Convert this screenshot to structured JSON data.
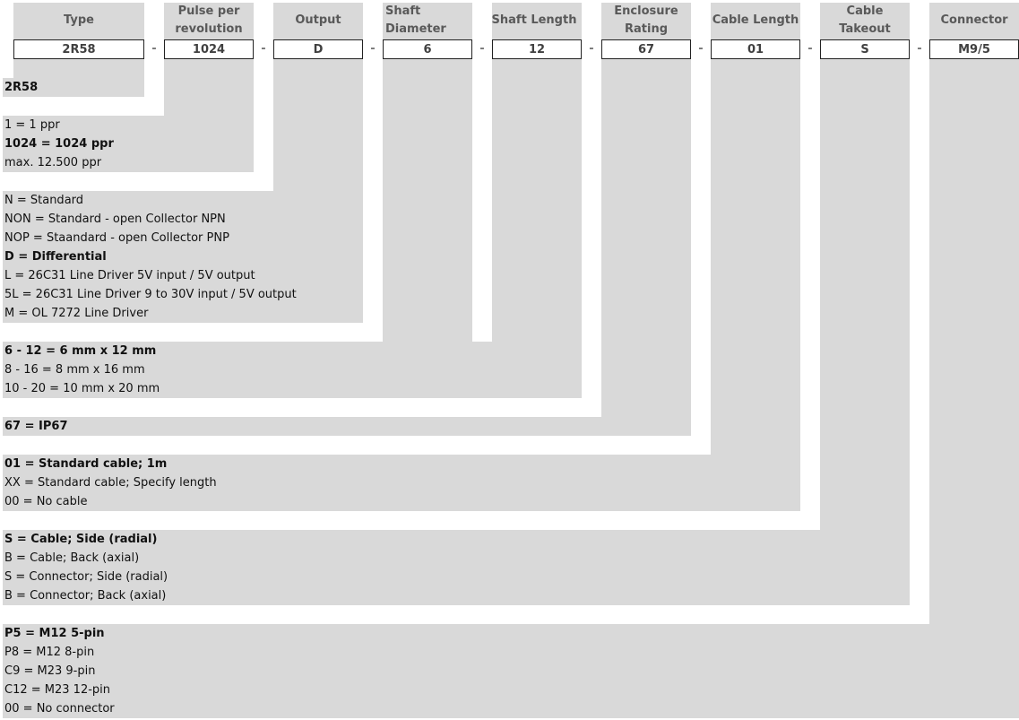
{
  "columns": [
    {
      "header": "Type",
      "value": "2R58"
    },
    {
      "header": "Pulse per revolution",
      "value": "1024"
    },
    {
      "header": "Output",
      "value": "D"
    },
    {
      "header": "Shaft Diameter",
      "value": "6"
    },
    {
      "header": "Shaft Length",
      "value": "12"
    },
    {
      "header": "Enclosure Rating",
      "value": "67"
    },
    {
      "header": "Cable Length",
      "value": "01"
    },
    {
      "header": "Cable Takeout",
      "value": "S"
    },
    {
      "header": "Connector",
      "value": "M9/5"
    }
  ],
  "separator": "-",
  "sections": {
    "type": [
      "2R58"
    ],
    "pulse": [
      "1 = 1 ppr",
      "1024 = 1024 ppr",
      "max. 12.500 ppr"
    ],
    "output": [
      "N = Standard",
      "NON = Standard - open Collector NPN",
      "NOP = Staandard - open Collector PNP",
      "D = Differential",
      "L = 26C31 Line Driver 5V input / 5V output",
      "5L = 26C31 Line Driver 9 to 30V input / 5V output",
      "M = OL 7272 Line Driver"
    ],
    "shaft": [
      "6 - 12 = 6 mm x 12 mm",
      "8 - 16 = 8 mm x 16 mm",
      "10 - 20 = 10 mm x 20 mm"
    ],
    "enclosure": [
      "67 = IP67"
    ],
    "cable_length": [
      "01 = Standard cable; 1m",
      "XX = Standard cable; Specify length",
      "00 = No cable"
    ],
    "takeout": [
      "S = Cable; Side (radial)",
      "B = Cable; Back (axial)",
      "S = Connector; Side (radial)",
      "B = Connector; Back (axial)"
    ],
    "connector": [
      "P5 = M12 5-pin",
      "P8 = M12 8-pin",
      "C9 = M23 9-pin",
      "C12 = M23 12-pin",
      "00 = No connector"
    ]
  }
}
